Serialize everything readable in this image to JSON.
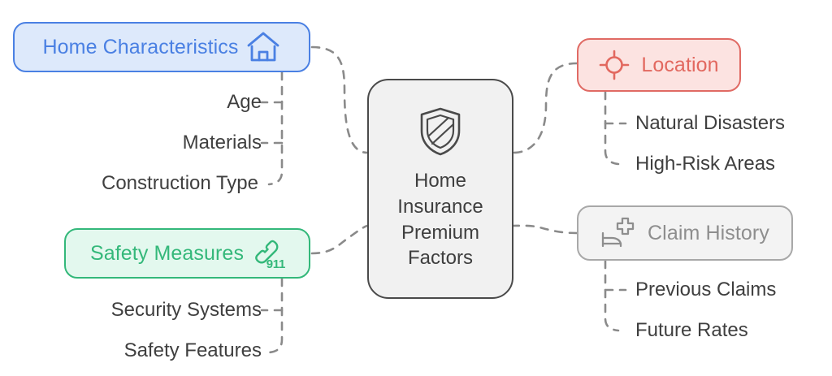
{
  "diagram": {
    "title": "Home Insurance Premium Factors",
    "type": "mind-map",
    "center": {
      "name": "center-node",
      "icon": "shield-icon",
      "lines": [
        "Home",
        "Insurance",
        "Premium",
        "Factors"
      ],
      "fill": "#f1f1f1",
      "stroke": "#4a4a4a",
      "text_color": "#3f3f3f"
    },
    "branches": [
      {
        "id": "home-characteristics",
        "label": "Home Characteristics",
        "icon": "house-icon",
        "icon_side": "right",
        "fill": "#dde9fb",
        "stroke": "#4a80e3",
        "text_color": "#4a80e3",
        "side": "left",
        "children": [
          "Age",
          "Materials",
          "Construction Type"
        ]
      },
      {
        "id": "safety-measures",
        "label": "Safety Measures",
        "icon": "emergency-phone-911-icon",
        "icon_side": "right",
        "icon_badge": "911",
        "fill": "#e3f8ee",
        "stroke": "#33b87a",
        "text_color": "#34b87a",
        "side": "left",
        "children": [
          "Security Systems",
          "Safety Features"
        ]
      },
      {
        "id": "location",
        "label": "Location",
        "icon": "crosshair-target-icon",
        "icon_side": "left",
        "fill": "#fce3e1",
        "stroke": "#e06a64",
        "text_color": "#e2685f",
        "side": "right",
        "children": [
          "Natural Disasters",
          "High-Risk Areas"
        ]
      },
      {
        "id": "claim-history",
        "label": "Claim History",
        "icon": "hospital-bed-plus-icon",
        "icon_side": "left",
        "fill": "#f3f3f3",
        "stroke": "#a8a8a8",
        "text_color": "#8e8e8e",
        "side": "right",
        "children": [
          "Previous Claims",
          "Future Rates"
        ]
      }
    ],
    "connector": {
      "style": "dashed",
      "color": "#8a8a8a"
    }
  }
}
